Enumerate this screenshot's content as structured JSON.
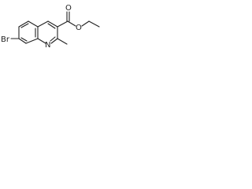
{
  "molecule": {
    "atoms": {
      "bromine": "Br",
      "ring_nitrogen": "N",
      "carbonyl_oxygen": "O",
      "ester_oxygen": "O"
    },
    "colors": {
      "bond": "#222222",
      "label": "#222222",
      "background": "#ffffff"
    }
  }
}
